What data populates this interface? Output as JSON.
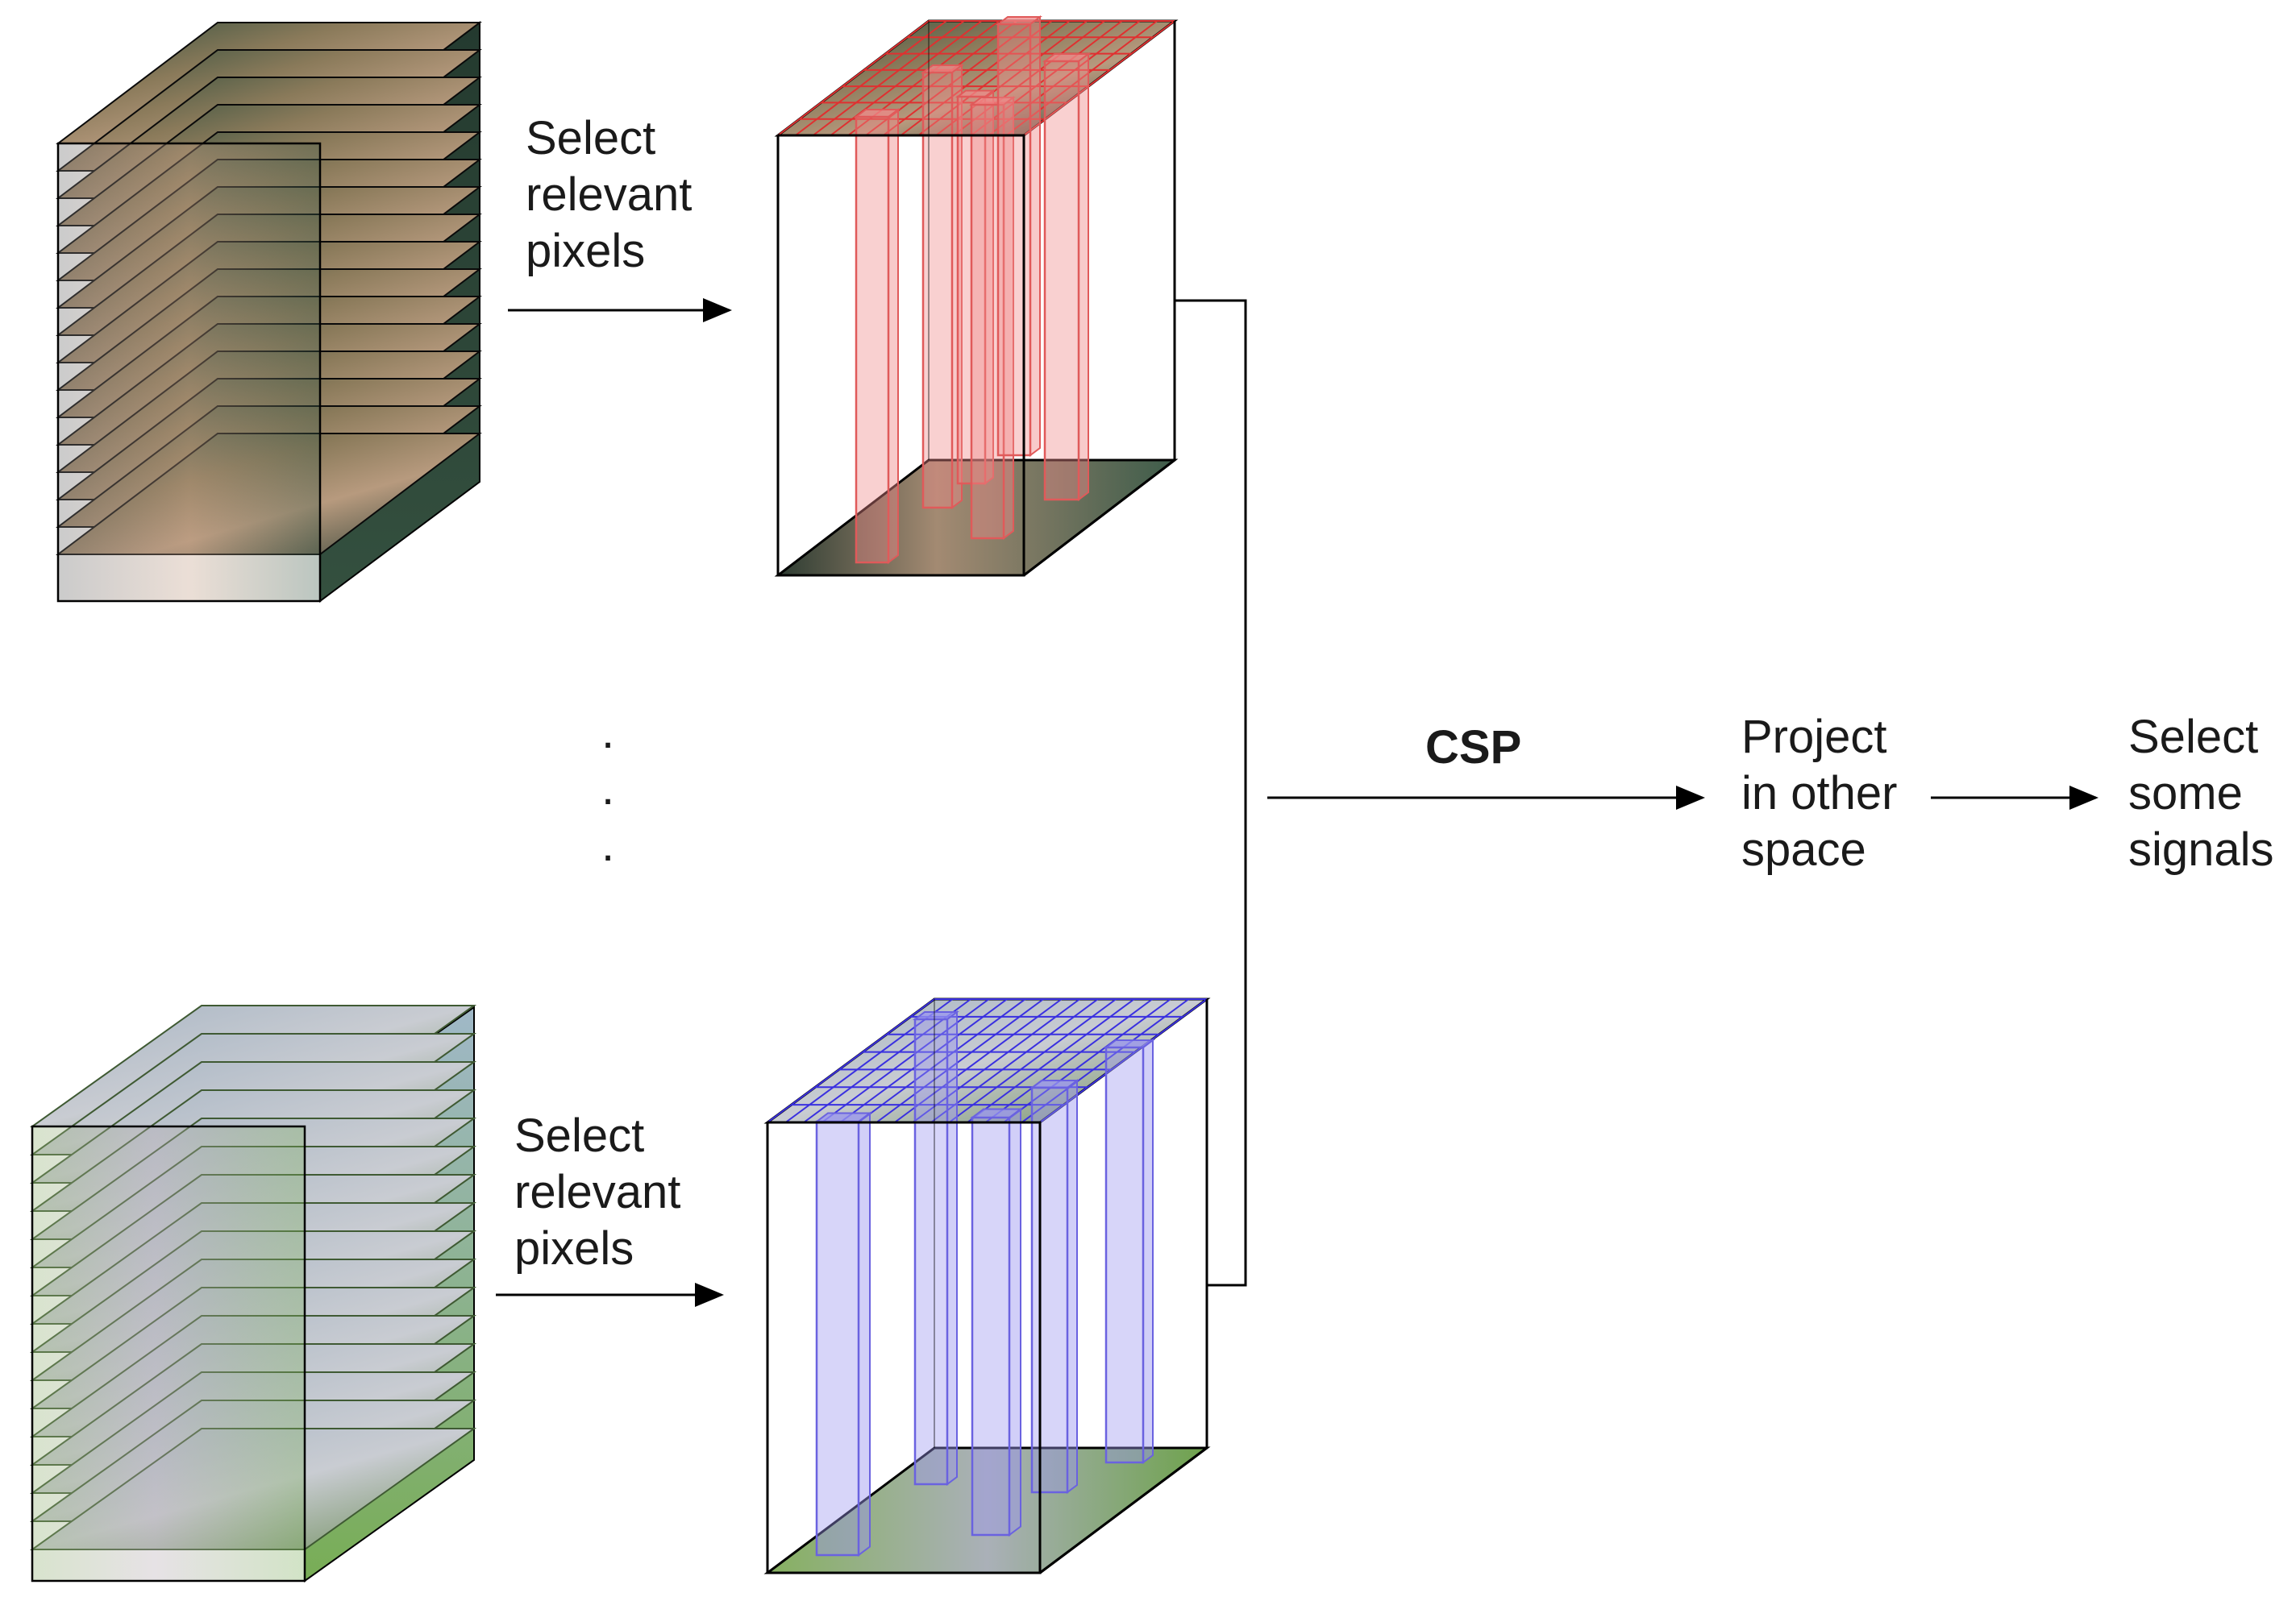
{
  "top_step": {
    "lines": [
      "Select",
      "relevant",
      "pixels"
    ]
  },
  "bottom_step": {
    "lines": [
      "Select",
      "relevant",
      "pixels"
    ]
  },
  "ellipsis": ".",
  "csp_label": "CSP",
  "project_step": {
    "lines": [
      "Project",
      "in other",
      "space"
    ]
  },
  "select_step": {
    "lines": [
      "Select",
      "some",
      "signals"
    ]
  },
  "colors": {
    "top_highlight": "#f08a8a",
    "top_grid": "#e03030",
    "bottom_highlight": "#9a95f0",
    "bottom_grid": "#3a30e0",
    "outline": "#000000"
  }
}
